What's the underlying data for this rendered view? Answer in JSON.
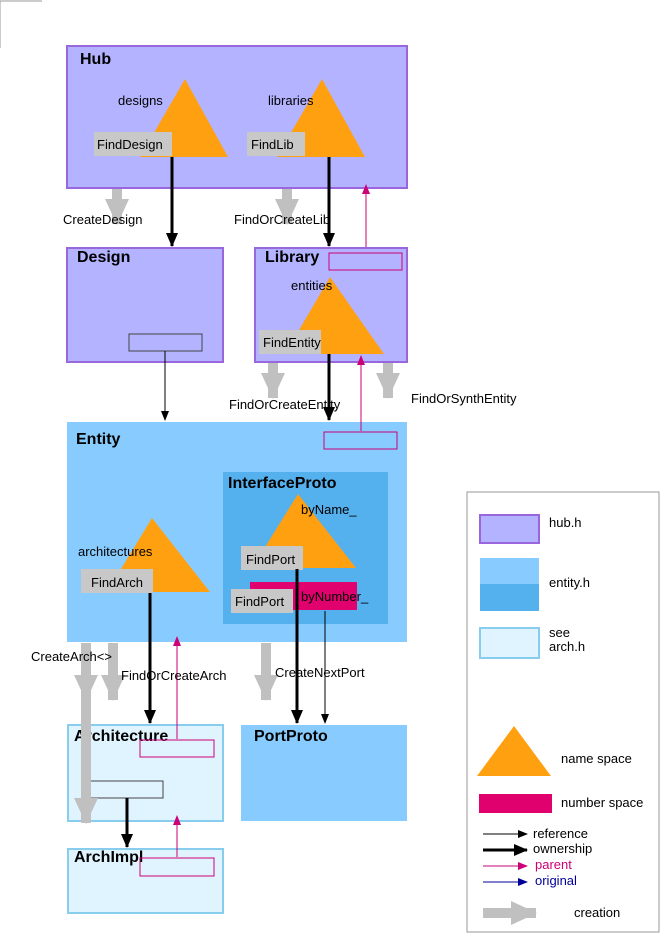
{
  "boxes": {
    "hub": "Hub",
    "design": "Design",
    "library": "Library",
    "entity": "Entity",
    "interface_proto": "InterfaceProto",
    "architecture": "Architecture",
    "port_proto": "PortProto",
    "arch_impl": "ArchImpl"
  },
  "namespaces": {
    "designs": "designs",
    "libraries": "libraries",
    "entities": "entities",
    "architectures": "architectures",
    "by_name": "byName_",
    "by_number": "byNumber_"
  },
  "finders": {
    "find_design": "FindDesign",
    "find_lib": "FindLib",
    "find_entity": "FindEntity",
    "find_arch": "FindArch",
    "find_port_name": "FindPort",
    "find_port_number": "FindPort"
  },
  "edges": {
    "create_design": "CreateDesign",
    "find_or_create_lib": "FindOrCreateLib",
    "find_or_create_entity": "FindOrCreateEntity",
    "find_or_synth_entity": "FindOrSynthEntity",
    "create_arch": "CreateArch<>",
    "find_or_create_arch": "FindOrCreateArch",
    "create_next_port": "CreateNextPort"
  },
  "legend": {
    "hub_h": "hub.h",
    "entity_h": "entity.h",
    "see": "see",
    "arch_h": "arch.h",
    "name_space": "name space",
    "number_space": "number space",
    "reference": "reference",
    "ownership": "ownership",
    "parent": "parent",
    "original": "original",
    "creation": "creation"
  },
  "colors": {
    "hub_fill": "#b3b3ff",
    "hub_border": "#9966dd",
    "entity_fill": "#88ccff",
    "interface_fill": "#55b0ee",
    "arch_fill": "#e0f4ff",
    "arch_border": "#88ccee",
    "name_space": "#ffa011",
    "number_space": "#e0006e",
    "finder_fill": "#c8c8c8",
    "creation_arrow": "#c0c0c0",
    "parent": "#cc0077",
    "original": "#000099"
  }
}
